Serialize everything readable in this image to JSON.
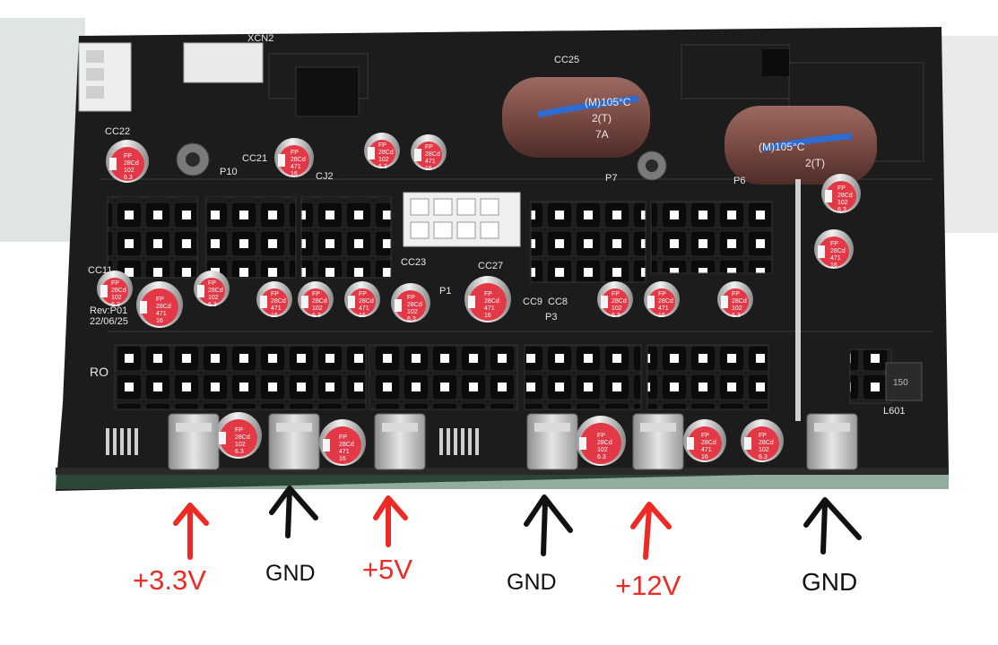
{
  "image": {
    "subject": "power-supply-modular-pcb",
    "background_color": "#ffffff",
    "board_color": "#1a1a1a",
    "accent_red": "#ee2a24",
    "accent_black": "#111111"
  },
  "silkscreen": {
    "board_labels": [
      "CC25",
      "CC22",
      "CC21",
      "CJ2",
      "P10",
      "P7",
      "P6",
      "CC23",
      "CC27",
      "P1",
      "P3",
      "CC9",
      "CC8",
      "CC11",
      "XCN2",
      "L601",
      "150",
      "RO"
    ],
    "revision": "Rev:P01",
    "date_code": "22/06/25"
  },
  "capacitor_prints": {
    "large": [
      "(M)105°C",
      "2(T)",
      "7A"
    ],
    "small_a": [
      "FP",
      "28Cd",
      "102",
      "6.3"
    ],
    "small_b": [
      "FP",
      "28Cd",
      "471",
      "16"
    ]
  },
  "annotations": [
    {
      "label": "+3.3V",
      "color": "red"
    },
    {
      "label": "GND",
      "color": "black"
    },
    {
      "label": "+5V",
      "color": "red"
    },
    {
      "label": "GND",
      "color": "black"
    },
    {
      "label": "+12V",
      "color": "red"
    },
    {
      "label": "GND",
      "color": "black"
    }
  ]
}
